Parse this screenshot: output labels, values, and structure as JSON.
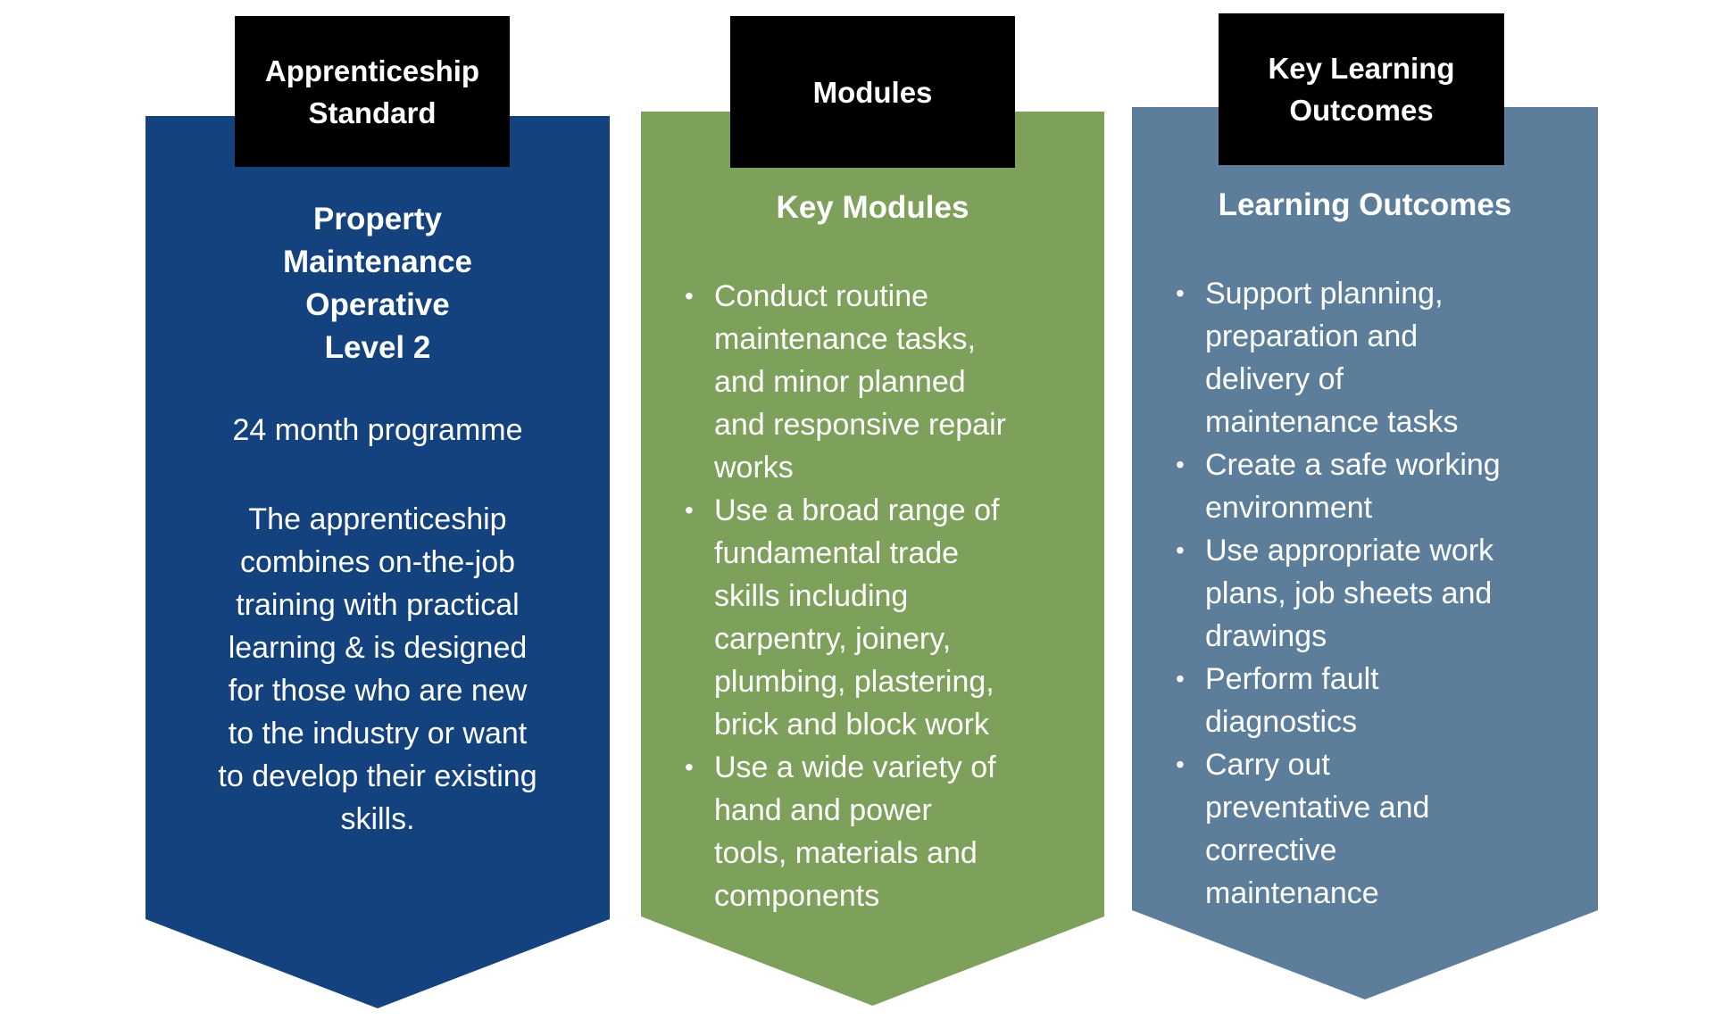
{
  "page": {
    "background": "#FFFFFF",
    "text_color": "#FFFFFF",
    "tab_background": "#000000"
  },
  "banners": [
    {
      "name": "apprenticeship-standard",
      "color": "#14427F",
      "tab_lines": [
        "Apprenticeship",
        "Standard"
      ],
      "title_lines": [
        "Property",
        "Maintenance",
        "Operative",
        "Level 2"
      ],
      "subtitle": "24 month programme",
      "description_lines": [
        "The apprenticeship",
        "combines on-the-job",
        "training with practical",
        "learning & is designed",
        "for those who are new",
        "to the industry or want",
        "to develop their existing",
        "skills."
      ]
    },
    {
      "name": "modules",
      "color": "#7DA05A",
      "tab_lines": [
        "Modules"
      ],
      "heading": "Key Modules",
      "bullets": [
        {
          "lines": [
            "Conduct routine",
            "maintenance tasks,",
            "and minor planned",
            "and responsive repair",
            "works"
          ]
        },
        {
          "lines": [
            "Use a broad range of",
            "fundamental trade",
            "skills including",
            "carpentry, joinery,",
            "plumbing, plastering,",
            "brick and block work"
          ]
        },
        {
          "lines": [
            "Use a wide variety of",
            "hand and power",
            "tools, materials and",
            "components"
          ]
        }
      ]
    },
    {
      "name": "key-learning-outcomes",
      "color": "#5C7E9B",
      "tab_lines": [
        "Key Learning",
        "Outcomes"
      ],
      "heading": "Learning Outcomes",
      "bullets": [
        {
          "lines": [
            "Support planning,",
            "preparation and",
            "delivery of",
            "maintenance tasks"
          ]
        },
        {
          "lines": [
            "Create a safe working",
            "environment"
          ]
        },
        {
          "lines": [
            "Use appropriate work",
            "plans, job sheets and",
            "drawings"
          ]
        },
        {
          "lines": [
            "Perform fault",
            "diagnostics"
          ]
        },
        {
          "lines": [
            "Carry out",
            "preventative and",
            "corrective",
            "maintenance"
          ]
        }
      ]
    }
  ]
}
